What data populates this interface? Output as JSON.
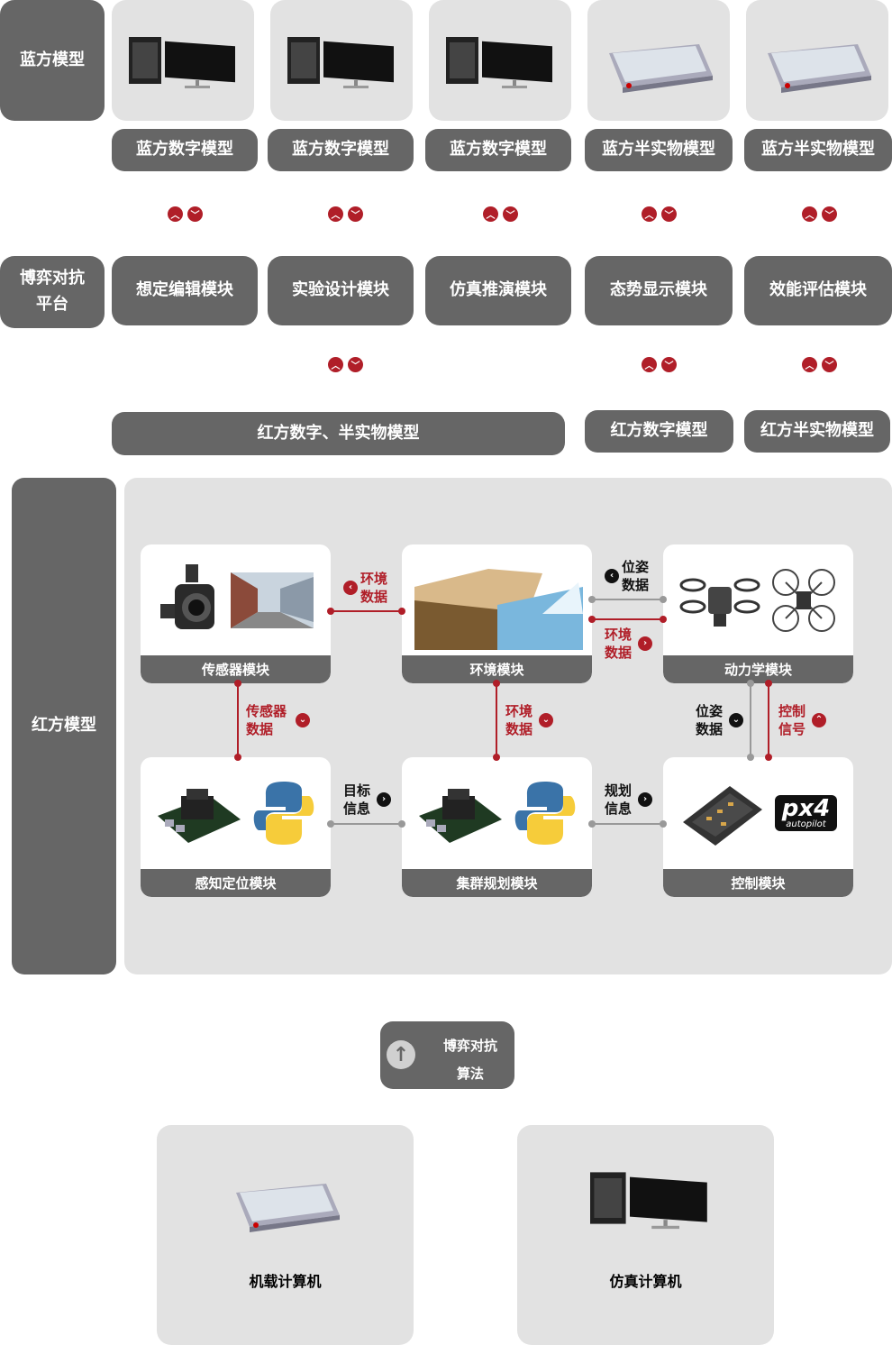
{
  "blue": {
    "label": "蓝方模型",
    "models": [
      "蓝方数字模型",
      "蓝方数字模型",
      "蓝方数字模型",
      "蓝方半实物模型",
      "蓝方半实物模型"
    ],
    "images": [
      "pc",
      "pc",
      "pc",
      "tablet",
      "tablet"
    ]
  },
  "platform": {
    "label_1": "博弈对抗",
    "label_2": "平台",
    "modules": [
      "想定编辑模块",
      "实验设计模块",
      "仿真推演模块",
      "态势显示模块",
      "效能评估模块"
    ]
  },
  "red_models": {
    "combined": "红方数字、半实物模型",
    "digital": "红方数字模型",
    "hil": "红方半实物模型"
  },
  "red": {
    "label": "红方模型",
    "modules": {
      "sensor": "传感器模块",
      "env": "环境模块",
      "dynamics": "动力学模块",
      "perception": "感知定位模块",
      "cluster": "集群规划模块",
      "control": "控制模块"
    },
    "links": {
      "sensor_env": "环境数据",
      "env_dyn_pose": "位姿数据",
      "env_dyn_env": "环境数据",
      "sensor_perc": "传感器数据",
      "env_cluster": "环境数据",
      "dyn_ctrl_pose": "位姿数据",
      "ctrl_signal": "控制信号",
      "target_info": "目标信息",
      "plan_info": "规划信息"
    },
    "px4": "px4",
    "px4_sub": "autopilot"
  },
  "algorithm": {
    "line1": "博弈对抗",
    "line2": "算法"
  },
  "computers": {
    "onboard": "机载计算机",
    "sim": "仿真计算机"
  },
  "colors": {
    "red": "#b01e28",
    "dark": "#666666",
    "light": "#e2e2e2"
  }
}
